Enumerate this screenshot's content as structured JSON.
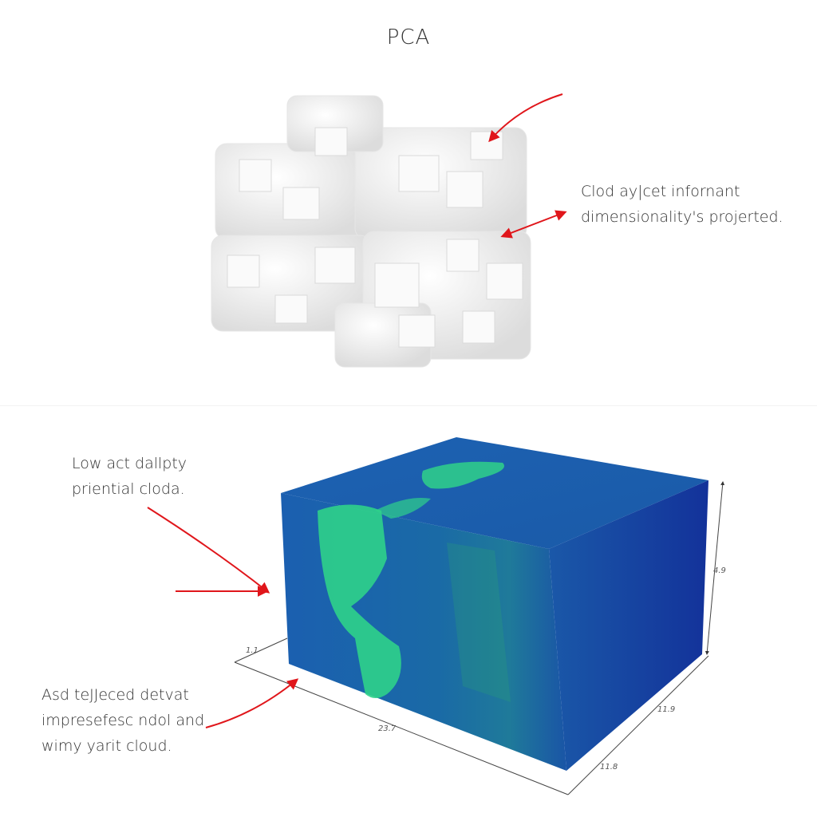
{
  "title": "PCA",
  "top_panel": {
    "object": "white-voxel-cloud",
    "annotation": {
      "lines": [
        "Clod ay|cet infornant",
        "dimensionality's projerted."
      ]
    }
  },
  "bottom_panel": {
    "object": "blue-green-world-map-cube",
    "annotation_top": {
      "lines": [
        "Low act dallpty",
        "priential cloda."
      ]
    },
    "annotation_bottom": {
      "lines": [
        "Asd teJJeced detvat",
        "impresefesc ndol and",
        "wimy yarit cloud."
      ]
    },
    "dimensions": {
      "height": "4.9",
      "length": "23.7",
      "depth_upper": "11.9",
      "depth_lower": "11.8",
      "left_tick": "1.1"
    }
  },
  "colors": {
    "arrow": "#e0161b",
    "cube_blue": "#1a4fa8",
    "cube_dark": "#12339a",
    "land_green": "#2fd18a",
    "voxel_white": "#f2f2f2"
  }
}
